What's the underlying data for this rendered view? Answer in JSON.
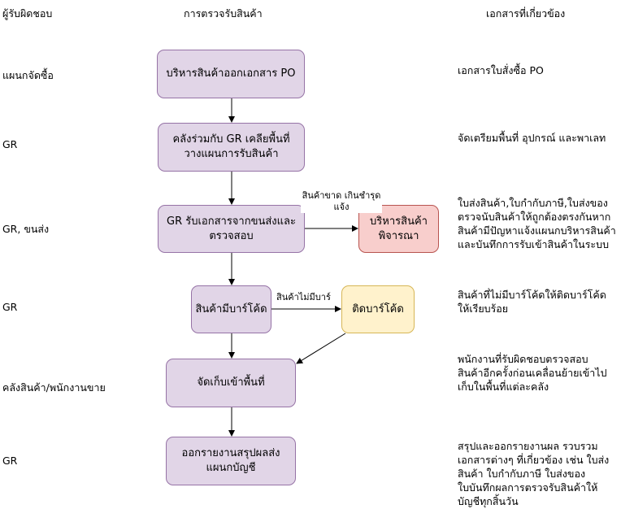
{
  "headers": {
    "responsible": "ผู้รับผิดชอบ",
    "process": "การตรวจรับสินค้า",
    "documents": "เอกสารที่เกี่ยวข้อง"
  },
  "rows": [
    {
      "responsible": "แผนกจัดซื้อ",
      "document": "เอกสารใบสั่งซื้อ PO"
    },
    {
      "responsible": "GR",
      "document": "จัดเตรียมพื้นที่ อุปกรณ์ และพาเลท"
    },
    {
      "responsible": "GR, ขนส่ง",
      "document": "ใบส่งสินค้า,ใบกำกับภาษี,ใบส่งของ\nตรวจนับสินค้าให้ถูกต้องตรงกันหาก\nสินค้ามีปัญหาแจ้งแผนกบริหารสินค้า\nและบันทึกการรับเข้าสินค้าในระบบ"
    },
    {
      "responsible": "GR",
      "document": "สินค้าที่ไม่มีบาร์โค้ดให้ติดบาร์โค้ด\nให้เรียบร้อย"
    },
    {
      "responsible": "คลังสินค้า/พนักงานขาย",
      "document": "พนักงานที่รับผิดชอบตรวจสอบ\nสินค้าอีกครั้งก่อนเคลื่อนย้ายเข้าไป\nเก็บในพื้นที่แต่ละคลัง"
    },
    {
      "responsible": "GR",
      "document": "สรุปและออกรายงานผล รวบรวม\nเอกสารต่างๆ ที่เกี่ยวข้อง เช่น ใบส่ง\nสินค้า ใบกำกับภาษี ใบส่งของ\nใบบันทึกผลการตรวจรับสินค้าให้\nบัญชีทุกสิ้นวัน"
    }
  ],
  "nodes": {
    "po": "บริหารสินค้าออกเอกสาร PO",
    "prepare": "คลังร่วมกับ GR เคลียพื้นที่\nวางแผนการรับสินค้า",
    "receive": "GR รับเอกสารจากขนส่งและ\nตรวจสอบ",
    "review": "บริหารสินค้า\nพิจารณา",
    "barcode_check": "สินค้ามีบาร์โค้ด",
    "apply_barcode": "ติดบาร์โค้ด",
    "store": "จัดเก็บเข้าพื้นที่",
    "report": "ออกรายงานสรุปผลส่ง\nแผนกบัญชี"
  },
  "edge_labels": {
    "shortage": "สินค้าขาด เกินชำรุด\nแจ้ง",
    "no_barcode": "สินค้าไม่มีบาร์"
  },
  "colors": {
    "process_fill": "#e1d5e7",
    "process_border": "#9673a6",
    "alert_fill": "#f8cecc",
    "alert_border": "#b85450",
    "action_fill": "#fff2cc",
    "action_border": "#d6b656"
  }
}
